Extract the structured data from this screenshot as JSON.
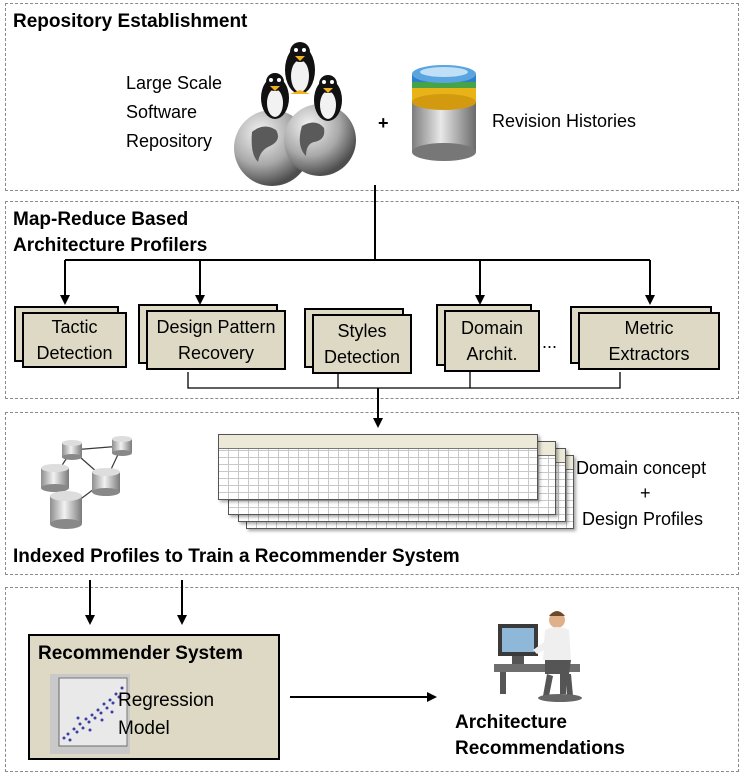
{
  "section1": {
    "title": "Repository Establishment",
    "repo_label_lines": [
      "Large Scale",
      "Software",
      "Repository"
    ],
    "plus": "+",
    "revision_label": "Revision Histories",
    "icons": [
      "linux-penguin-globe-icon",
      "database-cylinder-icon"
    ]
  },
  "section2": {
    "title_line1": "Map-Reduce Based",
    "title_line2": "Architecture Profilers",
    "profilers": [
      {
        "line1": "Tactic",
        "line2": "Detection"
      },
      {
        "line1": "Design Pattern",
        "line2": "Recovery"
      },
      {
        "line1": "Styles",
        "line2": "Detection"
      },
      {
        "line1": "Domain",
        "line2": "Archit."
      },
      {
        "line1": "Metric",
        "line2": "Extractors"
      }
    ],
    "ellipsis": "..."
  },
  "section3": {
    "title": "Indexed Profiles to Train a Recommender System",
    "profile_label_line1": "Domain concept",
    "profile_label_plus": "+",
    "profile_label_line2": "Design Profiles",
    "icons": [
      "networked-databases-icon",
      "profile-table-stack-icon"
    ]
  },
  "section4": {
    "box_title": "Recommender System",
    "model_line1": "Regression",
    "model_line2": "Model",
    "output_line1": "Architecture",
    "output_line2": "Recommendations",
    "icons": [
      "scatter-plot-icon",
      "person-at-computer-icon"
    ]
  },
  "colors": {
    "box_fill": "#ddd9c4",
    "panel_border": "#8a8a8a"
  }
}
